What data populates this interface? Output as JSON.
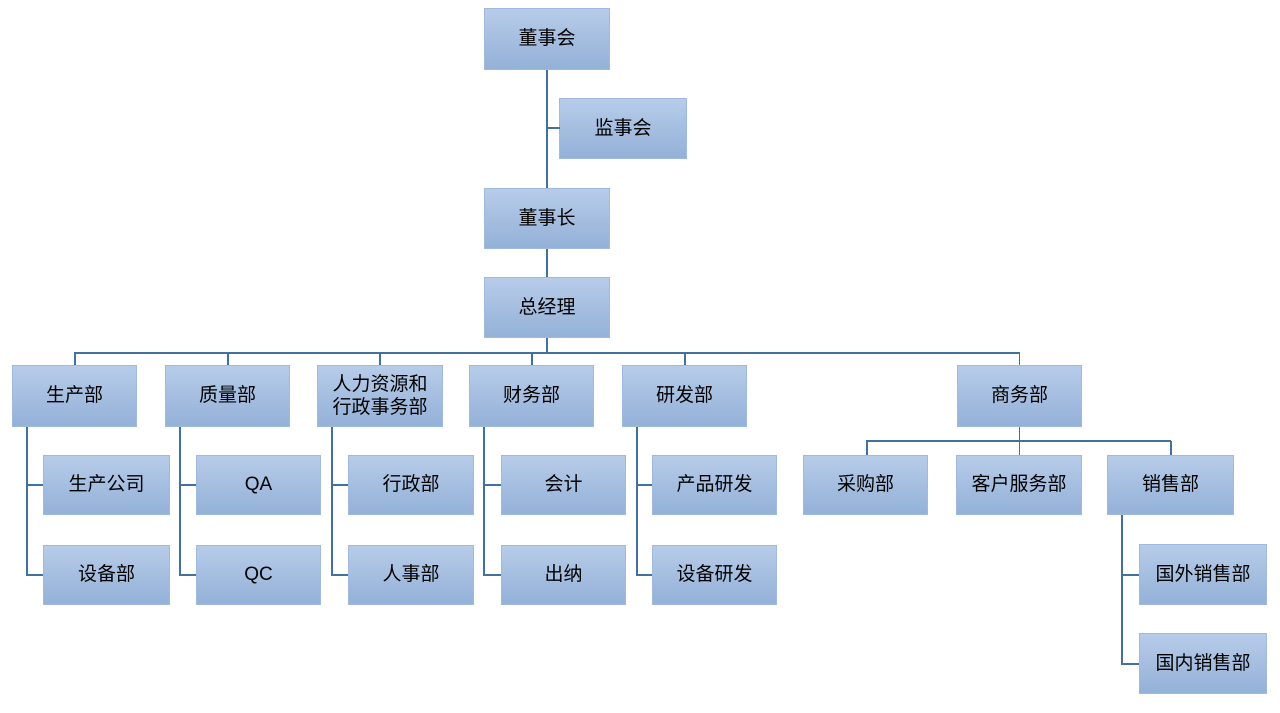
{
  "org": {
    "colors": {
      "box_fill_top": "#b7cce9",
      "box_fill_bottom": "#94b1d8",
      "box_border": "#9fbade",
      "connector": "#41719c",
      "text": "#000000",
      "background": "#ffffff"
    },
    "nodes": {
      "board": "董事会",
      "supervisory": "监事会",
      "chairman": "董事长",
      "gm": "总经理",
      "production": "生产部",
      "quality": "质量部",
      "hr_admin": "人力资源和\n行政事务部",
      "finance": "财务部",
      "rnd": "研发部",
      "business": "商务部",
      "production_company": "生产公司",
      "qa": "QA",
      "admin": "行政部",
      "accounting": "会计",
      "product_rnd": "产品研发",
      "purchasing": "采购部",
      "customer_service": "客户服务部",
      "sales": "销售部",
      "equipment": "设备部",
      "qc": "QC",
      "personnel": "人事部",
      "cashier": "出纳",
      "equipment_rnd": "设备研发",
      "overseas_sales": "国外销售部",
      "domestic_sales": "国内销售部"
    },
    "structure": {
      "董事会": [
        "监事会",
        "董事长"
      ],
      "董事长": [
        "总经理"
      ],
      "总经理": [
        "生产部",
        "质量部",
        "人力资源和行政事务部",
        "财务部",
        "研发部",
        "商务部"
      ],
      "生产部": [
        "生产公司",
        "设备部"
      ],
      "质量部": [
        "QA",
        "QC"
      ],
      "人力资源和行政事务部": [
        "行政部",
        "人事部"
      ],
      "财务部": [
        "会计",
        "出纳"
      ],
      "研发部": [
        "产品研发",
        "设备研发"
      ],
      "商务部": [
        "采购部",
        "客户服务部",
        "销售部"
      ],
      "销售部": [
        "国外销售部",
        "国内销售部"
      ]
    }
  }
}
